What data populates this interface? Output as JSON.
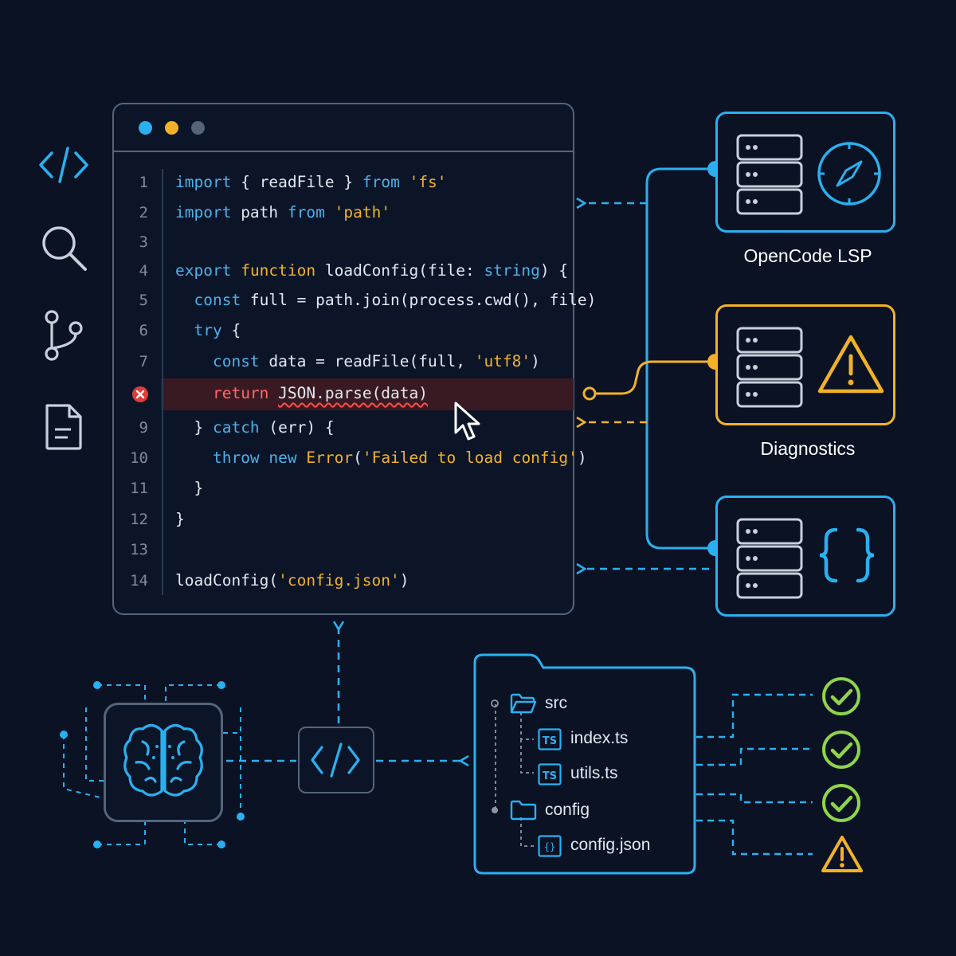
{
  "editor": {
    "window_dots": [
      "#2ab0f0",
      "#f2b228",
      "#55647a"
    ],
    "lines": [
      {
        "n": "1",
        "tokens": [
          {
            "t": "import",
            "c": "kw"
          },
          {
            "t": " { ",
            "c": "id"
          },
          {
            "t": "readFile",
            "c": "id"
          },
          {
            "t": " } ",
            "c": "id"
          },
          {
            "t": "from",
            "c": "kw"
          },
          {
            "t": " ",
            "c": "id"
          },
          {
            "t": "'fs'",
            "c": "str"
          }
        ]
      },
      {
        "n": "2",
        "tokens": [
          {
            "t": "import",
            "c": "kw"
          },
          {
            "t": " path ",
            "c": "id"
          },
          {
            "t": "from",
            "c": "kw"
          },
          {
            "t": " ",
            "c": "id"
          },
          {
            "t": "'path'",
            "c": "str"
          }
        ]
      },
      {
        "n": "3",
        "tokens": []
      },
      {
        "n": "4",
        "tokens": [
          {
            "t": "export",
            "c": "kw"
          },
          {
            "t": " ",
            "c": "id"
          },
          {
            "t": "function",
            "c": "kw2"
          },
          {
            "t": " loadConfig(file: ",
            "c": "id"
          },
          {
            "t": "string",
            "c": "kw"
          },
          {
            "t": ") {",
            "c": "id"
          }
        ]
      },
      {
        "n": "5",
        "tokens": [
          {
            "t": "  ",
            "c": "id"
          },
          {
            "t": "const",
            "c": "kw"
          },
          {
            "t": " full = path.join(process.cwd(), file)",
            "c": "id"
          }
        ]
      },
      {
        "n": "6",
        "tokens": [
          {
            "t": "  ",
            "c": "id"
          },
          {
            "t": "try",
            "c": "kw"
          },
          {
            "t": " {",
            "c": "id"
          }
        ]
      },
      {
        "n": "7",
        "tokens": [
          {
            "t": "    ",
            "c": "id"
          },
          {
            "t": "const",
            "c": "kw"
          },
          {
            "t": " data = readFile(full, ",
            "c": "id"
          },
          {
            "t": "'utf8'",
            "c": "str"
          },
          {
            "t": ")",
            "c": "id"
          }
        ]
      },
      {
        "n": "",
        "error": true,
        "tokens": [
          {
            "t": "    ",
            "c": "id"
          },
          {
            "t": "return",
            "c": "err-kw"
          },
          {
            "t": " ",
            "c": "id"
          },
          {
            "t": "JSON.parse(data)",
            "c": "id squiggle"
          }
        ]
      },
      {
        "n": "9",
        "tokens": [
          {
            "t": "  } ",
            "c": "id"
          },
          {
            "t": "catch",
            "c": "kw"
          },
          {
            "t": " (err) {",
            "c": "id"
          }
        ]
      },
      {
        "n": "10",
        "tokens": [
          {
            "t": "    ",
            "c": "id"
          },
          {
            "t": "throw",
            "c": "kw"
          },
          {
            "t": " ",
            "c": "id"
          },
          {
            "t": "new",
            "c": "kw"
          },
          {
            "t": " ",
            "c": "id"
          },
          {
            "t": "Error",
            "c": "kw2"
          },
          {
            "t": "(",
            "c": "id"
          },
          {
            "t": "'Failed to load config'",
            "c": "str"
          },
          {
            "t": ")",
            "c": "id"
          }
        ]
      },
      {
        "n": "11",
        "tokens": [
          {
            "t": "  }",
            "c": "id"
          }
        ]
      },
      {
        "n": "12",
        "tokens": [
          {
            "t": "}",
            "c": "id"
          }
        ]
      },
      {
        "n": "13",
        "tokens": []
      },
      {
        "n": "14",
        "tokens": [
          {
            "t": "loadConfig(",
            "c": "id"
          },
          {
            "t": "'config.json'",
            "c": "str"
          },
          {
            "t": ")",
            "c": "id"
          }
        ]
      }
    ]
  },
  "sidebar": {
    "icons": [
      "code-icon",
      "search-icon",
      "git-branch-icon",
      "file-icon"
    ]
  },
  "servers": [
    {
      "label": "OpenCode LSP",
      "color": "#2ab0f0",
      "badge": "compass-icon"
    },
    {
      "label": "Diagnostics",
      "color": "#f2b228",
      "badge": "warning-icon"
    },
    {
      "label": "",
      "color": "#2ab0f0",
      "badge": "braces-icon"
    }
  ],
  "file_tree": {
    "items": [
      {
        "label": "src",
        "kind": "folder"
      },
      {
        "label": "index.ts",
        "kind": "ts-file"
      },
      {
        "label": "utils.ts",
        "kind": "ts-file"
      },
      {
        "label": "config",
        "kind": "folder"
      },
      {
        "label": "config.json",
        "kind": "json-file"
      }
    ]
  },
  "file_tree_badge_text": "TS",
  "status_checks": [
    {
      "status": "ok",
      "color": "#8fd44a"
    },
    {
      "status": "ok",
      "color": "#8fd44a"
    },
    {
      "status": "ok",
      "color": "#8fd44a"
    },
    {
      "status": "warning",
      "color": "#f2b228"
    }
  ]
}
